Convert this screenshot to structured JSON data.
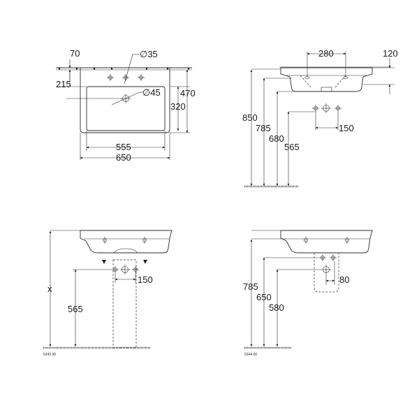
{
  "views": {
    "top": {
      "dims": {
        "d70": "70",
        "d35": "∅35",
        "d215": "215",
        "d45": "∅45",
        "d470": "470",
        "d320": "320",
        "d555": "555",
        "d650": "650"
      }
    },
    "side_right": {
      "dims": {
        "d280": "280",
        "d120": "120",
        "d850": "850",
        "d785": "785",
        "d680": "680",
        "d565": "565",
        "d150": "150"
      }
    },
    "front_pedestal": {
      "dims": {
        "dx": "x",
        "d565": "565",
        "d150": "150"
      },
      "code": "5243 00"
    },
    "front_semipedestal": {
      "dims": {
        "d785": "785",
        "d650": "650",
        "d580": "580",
        "d80": "80"
      },
      "code": "5244 00"
    }
  }
}
